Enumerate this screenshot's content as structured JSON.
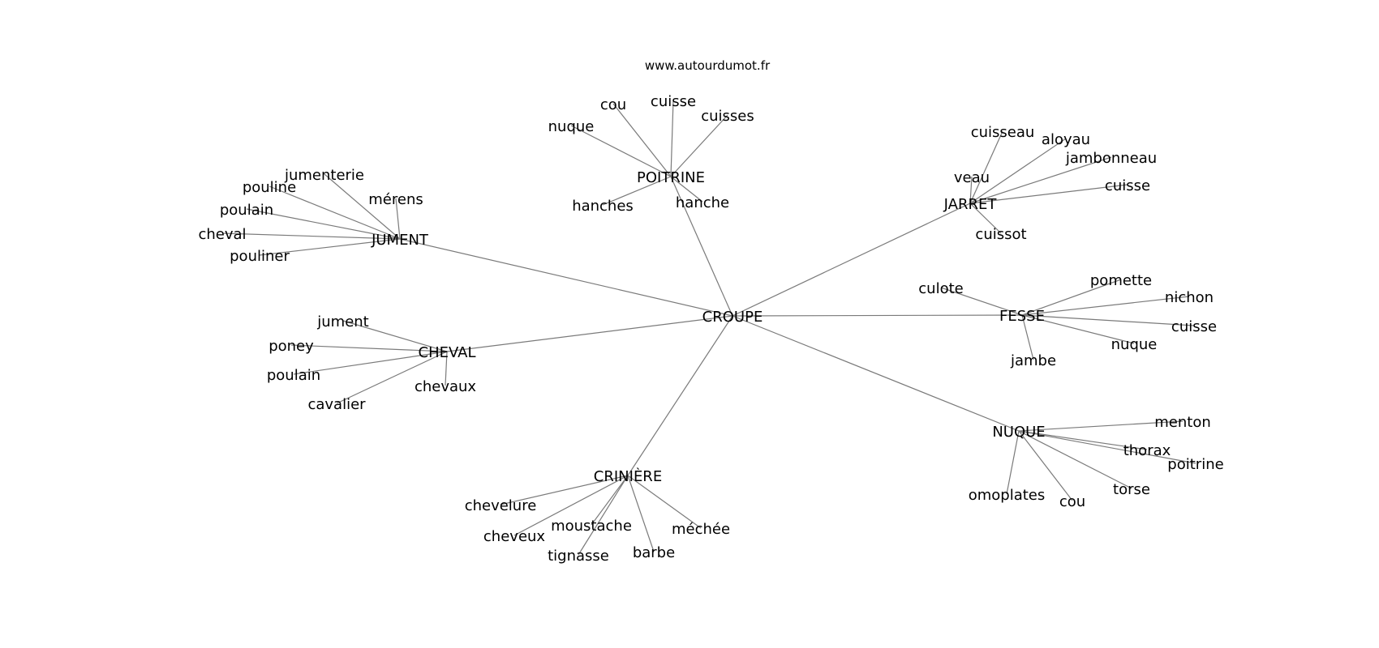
{
  "site_label": "www.autourdumot.fr",
  "center": {
    "label": "CROUPE"
  },
  "clusters": [
    {
      "label": "POITRINE",
      "leaves": [
        "cou",
        "cuisse",
        "cuisses",
        "nuque",
        "hanches",
        "hanche"
      ]
    },
    {
      "label": "JARRET",
      "leaves": [
        "cuisseau",
        "aloyau",
        "jambonneau",
        "veau",
        "cuisse",
        "cuissot"
      ]
    },
    {
      "label": "JUMENT",
      "leaves": [
        "jumenterie",
        "pouline",
        "mérens",
        "poulain",
        "cheval",
        "pouliner"
      ]
    },
    {
      "label": "FESSE",
      "leaves": [
        "culote",
        "pomette",
        "nichon",
        "cuisse",
        "nuque",
        "jambe"
      ]
    },
    {
      "label": "CHEVAL",
      "leaves": [
        "jument",
        "poney",
        "poulain",
        "cavalier",
        "chevaux"
      ]
    },
    {
      "label": "NUQUE",
      "leaves": [
        "menton",
        "thorax",
        "poitrine",
        "torse",
        "cou",
        "omoplates"
      ]
    },
    {
      "label": "CRINIÈRE",
      "leaves": [
        "chevelure",
        "cheveux",
        "moustache",
        "méchée",
        "barbe",
        "tignasse"
      ]
    }
  ]
}
